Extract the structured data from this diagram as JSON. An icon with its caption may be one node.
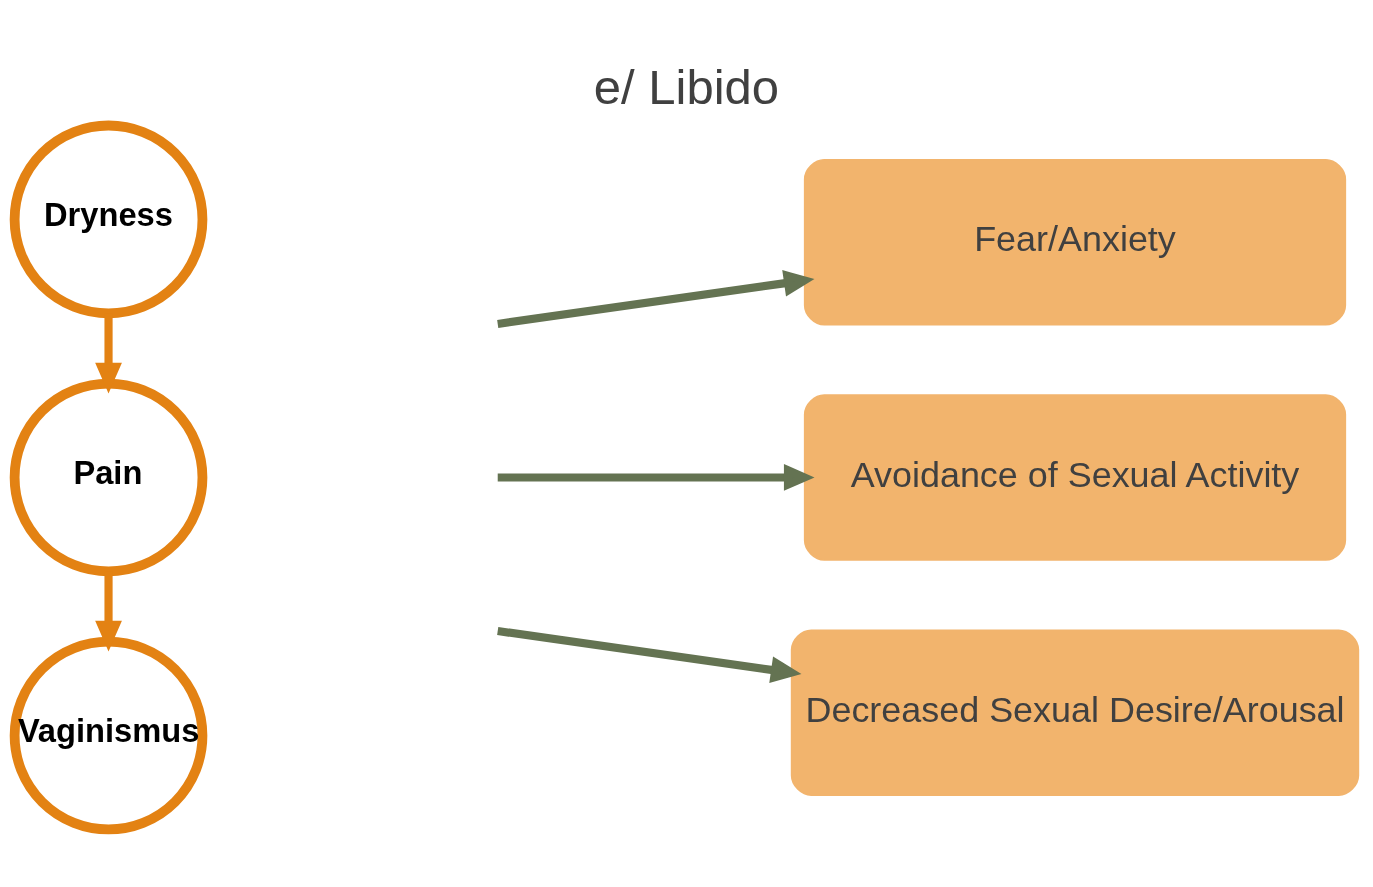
{
  "diagram": {
    "title": "e/ Libido",
    "nodes": [
      {
        "text": [
          "Dryness"
        ]
      },
      {
        "text": [
          "Pain"
        ]
      },
      {
        "text": [
          "Vaginismus"
        ]
      },
      {
        "text": [
          "Fear/Anxiety"
        ]
      },
      {
        "text": [
          "Avoidance of Sexual Activity"
        ]
      },
      {
        "text": [
          "Decreased Sexual Desire/Arousal"
        ]
      }
    ],
    "edges": [
      {
        "from": 0,
        "to": 1,
        "arrow": "to",
        "color": "#e38213"
      },
      {
        "from": 1,
        "to": 2,
        "arrow": "to",
        "color": "#e38213"
      },
      {
        "from": null,
        "to": 3,
        "arrow": "to"
      },
      {
        "from": null,
        "to": 4,
        "arrow": "to"
      },
      {
        "from": null,
        "to": 5,
        "arrow": "to"
      }
    ]
  }
}
